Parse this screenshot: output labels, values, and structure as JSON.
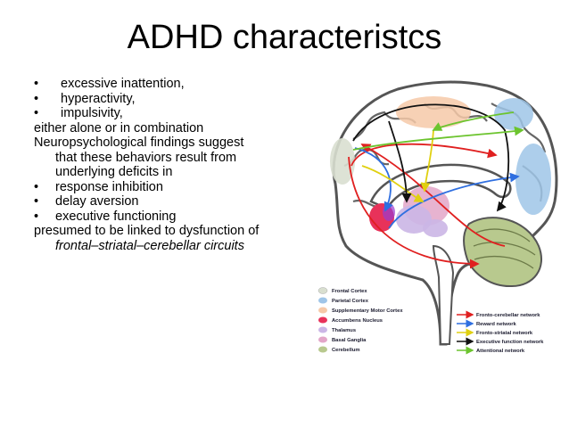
{
  "slide": {
    "title": "ADHD characteristcs",
    "bullets_top": [
      "excessive inattention,",
      "hyperactivity,",
      "impulsivity,"
    ],
    "line_combination": "either alone or in combination",
    "neuro_line1": "Neuropsychological findings suggest",
    "neuro_line2": "that these behaviors result from",
    "neuro_line3": "underlying deficits in",
    "bullets_deficits": [
      "response inhibition",
      "delay aversion",
      "executive functioning"
    ],
    "presumed_line1": "presumed to be linked to dysfunction of",
    "presumed_line2": "frontal–striatal–cerebellar circuits"
  },
  "figure": {
    "regions": [
      {
        "label": "Frontal Cortex",
        "color": "#d9dfd0"
      },
      {
        "label": "Parietal Cortex",
        "color": "#9fc5e8"
      },
      {
        "label": "Supplementary Motor Cortex",
        "color": "#f6c9a8"
      },
      {
        "label": "Accumbens Nucleus",
        "color": "#e8325a"
      },
      {
        "label": "Thalamus",
        "color": "#cbb6e6"
      },
      {
        "label": "Basal Ganglia",
        "color": "#e3a6c8"
      },
      {
        "label": "Cerebellum",
        "color": "#b8c98e"
      }
    ],
    "networks": [
      {
        "label": "Fronto-cerebellar network",
        "color": "#e02020"
      },
      {
        "label": "Reward network",
        "color": "#2f6fe0"
      },
      {
        "label": "Fronto-striatal network",
        "color": "#e8e020"
      },
      {
        "label": "Executive function network",
        "color": "#111111"
      },
      {
        "label": "Attentional network",
        "color": "#7ad63a"
      }
    ]
  }
}
